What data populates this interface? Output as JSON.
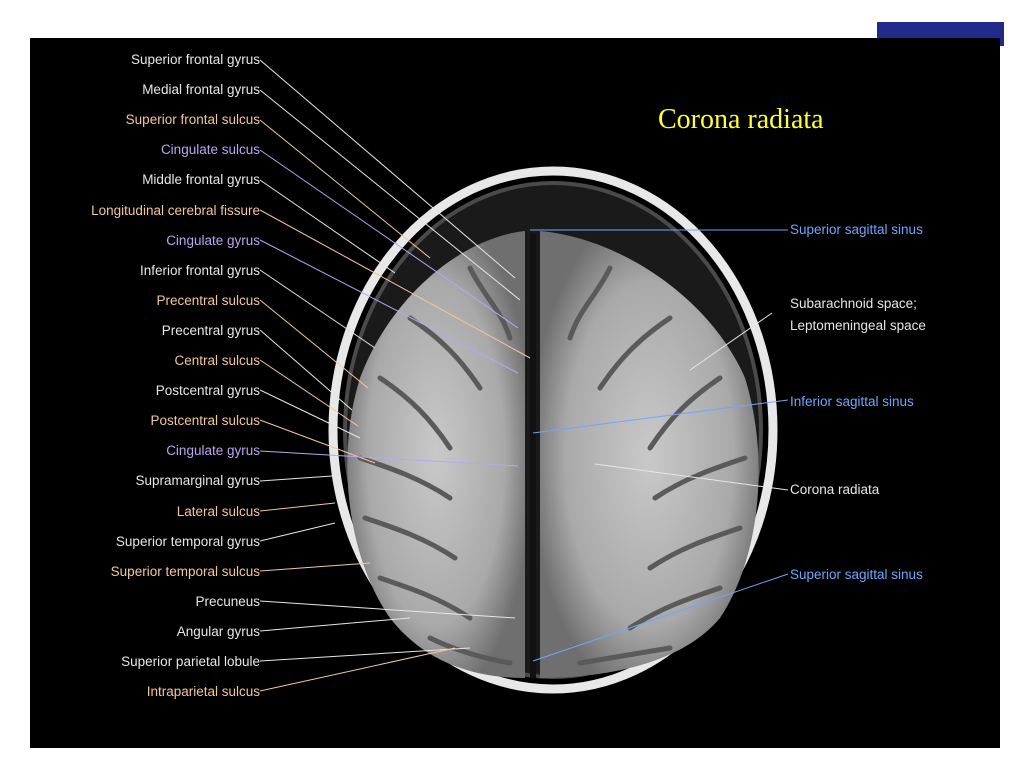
{
  "title": "Corona radiata",
  "colors": {
    "white": "#e6e6e6",
    "orange": "#f2c79a",
    "purple": "#b9a6f2",
    "blue": "#6ea6ff",
    "title": "#ffff33",
    "corner": "#1f2a8a"
  },
  "left_labels": [
    {
      "text": "Superior frontal gyrus",
      "color": "white"
    },
    {
      "text": "Medial frontal gyrus",
      "color": "white"
    },
    {
      "text": "Superior frontal sulcus",
      "color": "orange"
    },
    {
      "text": "Cingulate sulcus",
      "color": "purple"
    },
    {
      "text": "Middle frontal gyrus",
      "color": "white"
    },
    {
      "text": "Longitudinal cerebral fissure",
      "color": "orange"
    },
    {
      "text": "Cingulate gyrus",
      "color": "purple"
    },
    {
      "text": "Inferior frontal gyrus",
      "color": "white"
    },
    {
      "text": "Precentral sulcus",
      "color": "orange"
    },
    {
      "text": "Precentral gyrus",
      "color": "white"
    },
    {
      "text": "Central sulcus",
      "color": "orange"
    },
    {
      "text": "Postcentral gyrus",
      "color": "white"
    },
    {
      "text": "Postcentral sulcus",
      "color": "orange"
    },
    {
      "text": "Cingulate gyrus",
      "color": "purple"
    },
    {
      "text": "Supramarginal gyrus",
      "color": "white"
    },
    {
      "text": "Lateral sulcus",
      "color": "orange"
    },
    {
      "text": "Superior temporal gyrus",
      "color": "white"
    },
    {
      "text": "Superior temporal sulcus",
      "color": "orange"
    },
    {
      "text": "Precuneus",
      "color": "white"
    },
    {
      "text": "Angular gyrus",
      "color": "white"
    },
    {
      "text": "Superior parietal lobule",
      "color": "white"
    },
    {
      "text": "Intraparietal sulcus",
      "color": "orange"
    }
  ],
  "right_labels": [
    {
      "text": "Superior sagittal sinus",
      "color": "blue"
    },
    {
      "text": "Subarachnoid space;",
      "color": "white"
    },
    {
      "text": "Leptomeningeal space",
      "color": "white"
    },
    {
      "text": "Inferior sagittal sinus",
      "color": "blue"
    },
    {
      "text": "Corona radiata",
      "color": "white"
    },
    {
      "text": "Superior sagittal sinus",
      "color": "blue"
    }
  ]
}
